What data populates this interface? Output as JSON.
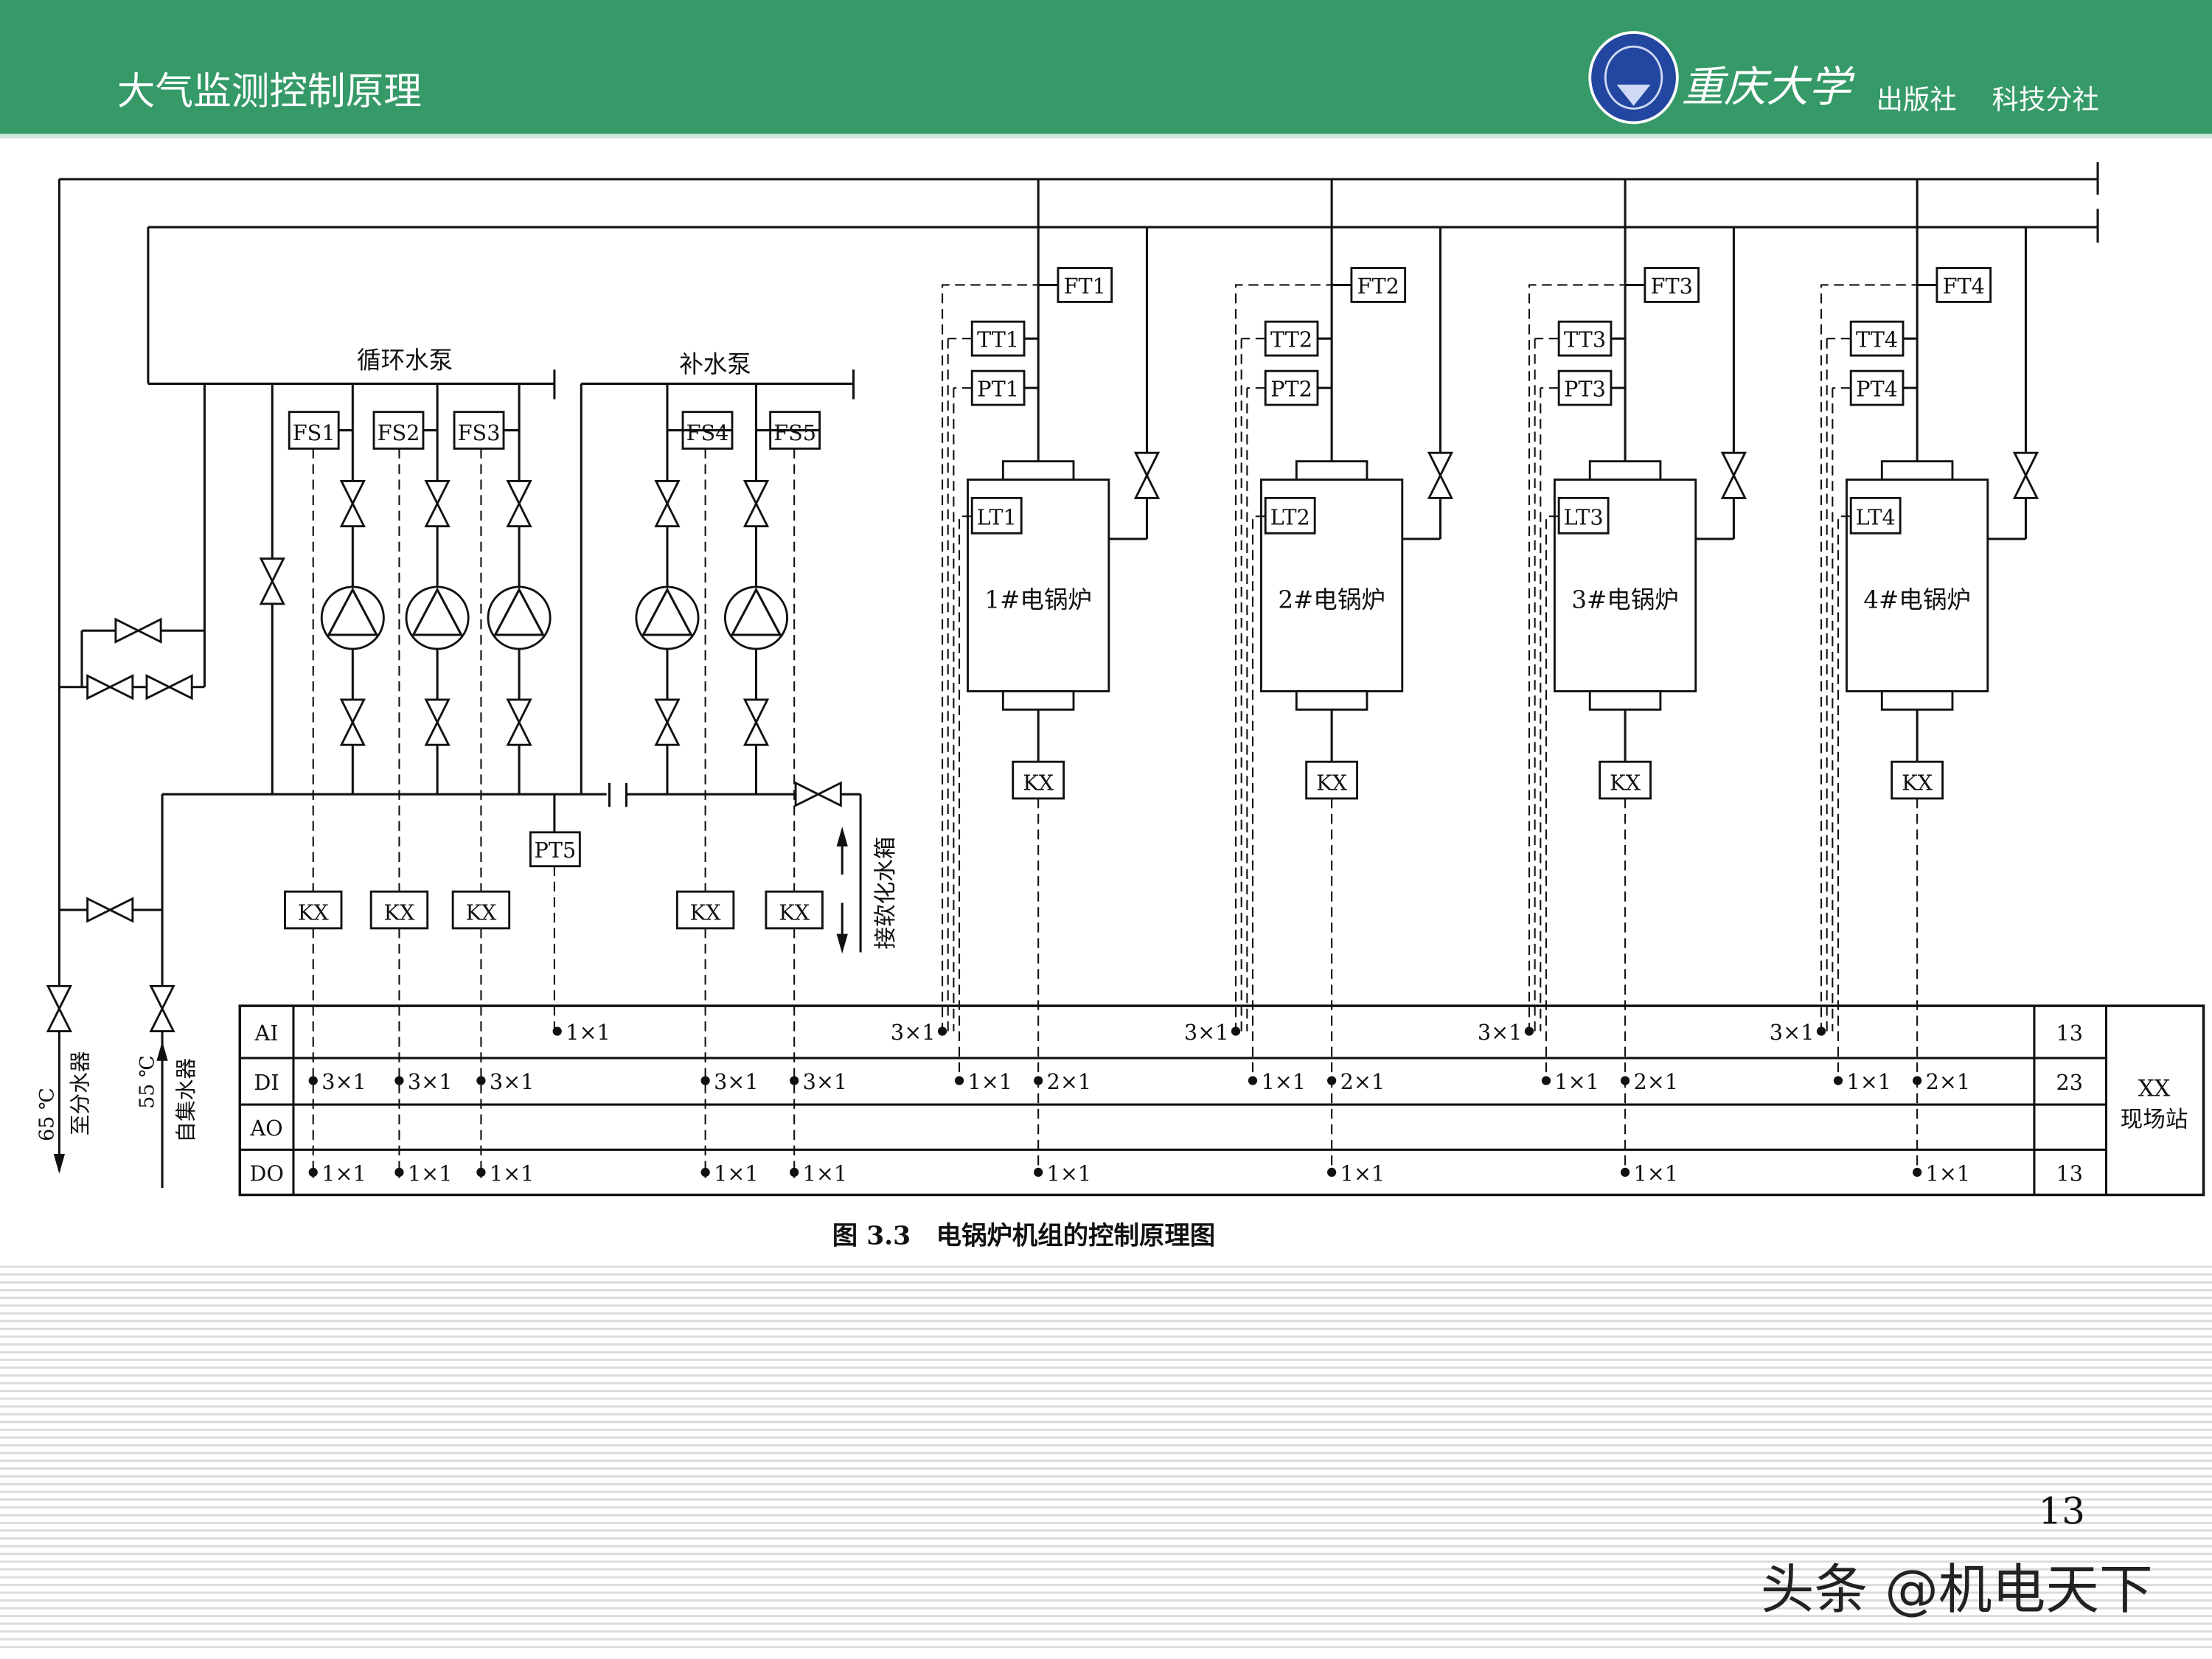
{
  "header": {
    "title": "大气监测控制原理",
    "publisher_logo": "重庆大学",
    "publisher": "出版社",
    "division": "科技分社",
    "background_color": "#359a68"
  },
  "diagram": {
    "circulation_pumps_label": "循环水泵",
    "makeup_pumps_label": "补水泵",
    "flow_switches": [
      "FS1",
      "FS2",
      "FS3",
      "FS4",
      "FS5"
    ],
    "pump_kx": [
      "KX",
      "KX",
      "KX",
      "KX",
      "KX"
    ],
    "pressure_transmitter": "PT5",
    "soft_water_tank": "接软化水箱",
    "outlet_temp": "65 ℃",
    "outlet_dest": "至分水器",
    "inlet_temp": "55 ℃",
    "inlet_src": "自集水器",
    "boilers": [
      {
        "label": "1#电锅炉",
        "ft": "FT1",
        "tt": "TT1",
        "pt": "PT1",
        "lt": "LT1",
        "kx": "KX",
        "ai": "3×1",
        "di_lt": "1×1",
        "di_kx": "2×1",
        "do": "1×1"
      },
      {
        "label": "2#电锅炉",
        "ft": "FT2",
        "tt": "TT2",
        "pt": "PT2",
        "lt": "LT2",
        "kx": "KX",
        "ai": "3×1",
        "di_lt": "1×1",
        "di_kx": "2×1",
        "do": "1×1"
      },
      {
        "label": "3#电锅炉",
        "ft": "FT3",
        "tt": "TT3",
        "pt": "PT3",
        "lt": "LT3",
        "kx": "KX",
        "ai": "3×1",
        "di_lt": "1×1",
        "di_kx": "2×1",
        "do": "1×1"
      },
      {
        "label": "4#电锅炉",
        "ft": "FT4",
        "tt": "TT4",
        "pt": "PT4",
        "lt": "LT4",
        "kx": "KX",
        "ai": "3×1",
        "di_lt": "1×1",
        "di_kx": "2×1",
        "do": "1×1"
      }
    ],
    "io_table": {
      "rows": [
        {
          "name": "AI",
          "total": "13"
        },
        {
          "name": "DI",
          "total": "23"
        },
        {
          "name": "AO",
          "total": ""
        },
        {
          "name": "DO",
          "total": "13"
        }
      ],
      "pt5_ai": "1×1",
      "pump_di": [
        "3×1",
        "3×1",
        "3×1",
        "3×1",
        "3×1"
      ],
      "pump_do": [
        "1×1",
        "1×1",
        "1×1",
        "1×1",
        "1×1"
      ],
      "station_line1": "XX",
      "station_line2": "现场站"
    },
    "caption": "图 3.3　电锅炉机组的控制原理图"
  },
  "footer": {
    "page_number": "13",
    "watermark": "头条 @机电天下"
  }
}
